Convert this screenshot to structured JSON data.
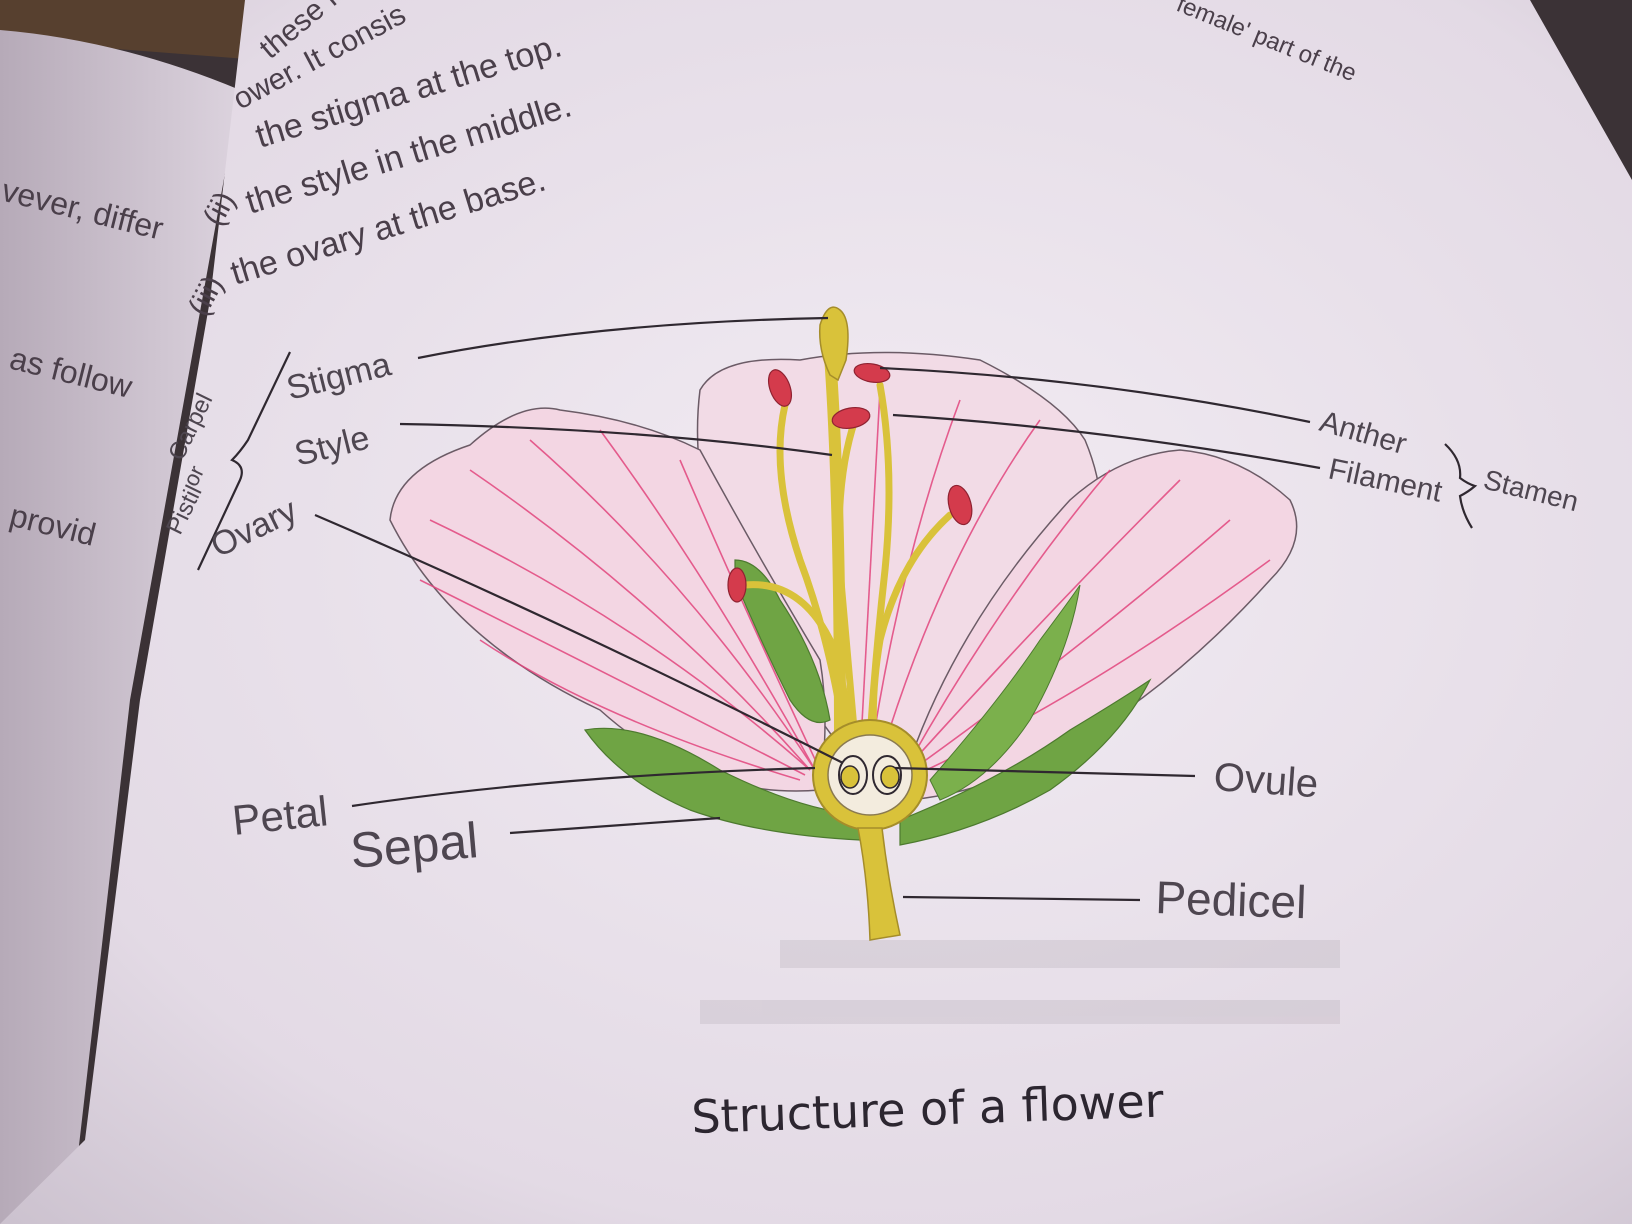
{
  "left_page": {
    "fragments": [
      "vever, differ",
      "as follow",
      "provid"
    ]
  },
  "top_text": {
    "fragments": [
      "these for",
      "ower. It consis",
      "female' part of the"
    ],
    "list": [
      {
        "marker": "",
        "text": "the stigma at the top."
      },
      {
        "marker": "(ii)",
        "text": "the style in the middle."
      },
      {
        "marker": "(iii)",
        "text": "the ovary at the base."
      }
    ]
  },
  "diagram": {
    "labels": {
      "stigma": "Stigma",
      "style": "Style",
      "ovary": "Ovary",
      "carpel_line1": "Carpel",
      "carpel_line2": "or",
      "carpel_line3": "Pistil",
      "anther": "Anther",
      "filament": "Filament",
      "stamen": "Stamen",
      "ovule": "Ovule",
      "petal": "Petal",
      "sepal": "Sepal",
      "pedicel": "Pedicel"
    },
    "caption": "Structure of a flower"
  },
  "colors": {
    "page": "#e9e1ea",
    "petal_fill": "#f4d9e6",
    "petal_vein": "#e0457c",
    "sepal": "#6fa444",
    "stalk": "#d9c23a",
    "anther": "#d43b4c",
    "ink": "#2f2830"
  }
}
